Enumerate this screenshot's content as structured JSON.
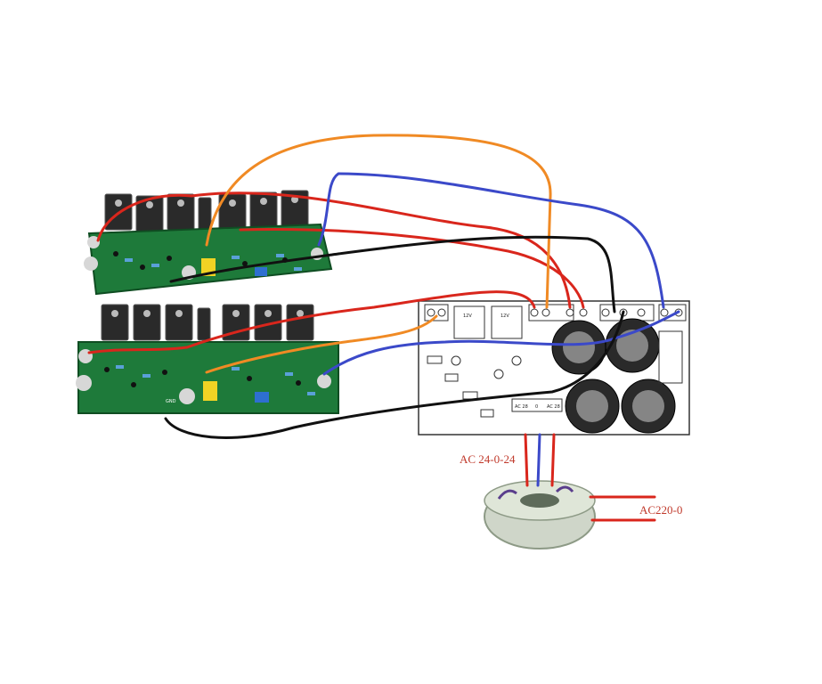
{
  "labels": {
    "ac_secondary": "AC 24-0-24",
    "ac_mains": "AC220-0"
  },
  "board_labels": {
    "gnd": "GND",
    "ac_left": "AC 28",
    "ac_mid": "0",
    "ac_right": "AC 28",
    "relay1": "12V",
    "relay2": "12V"
  },
  "colors": {
    "wire_red": "#d9261c",
    "wire_orange": "#f08a24",
    "wire_blue": "#3b49c9",
    "wire_black": "#111111",
    "pcb_green": "#1e7a3a",
    "label_red": "#c0392b"
  }
}
